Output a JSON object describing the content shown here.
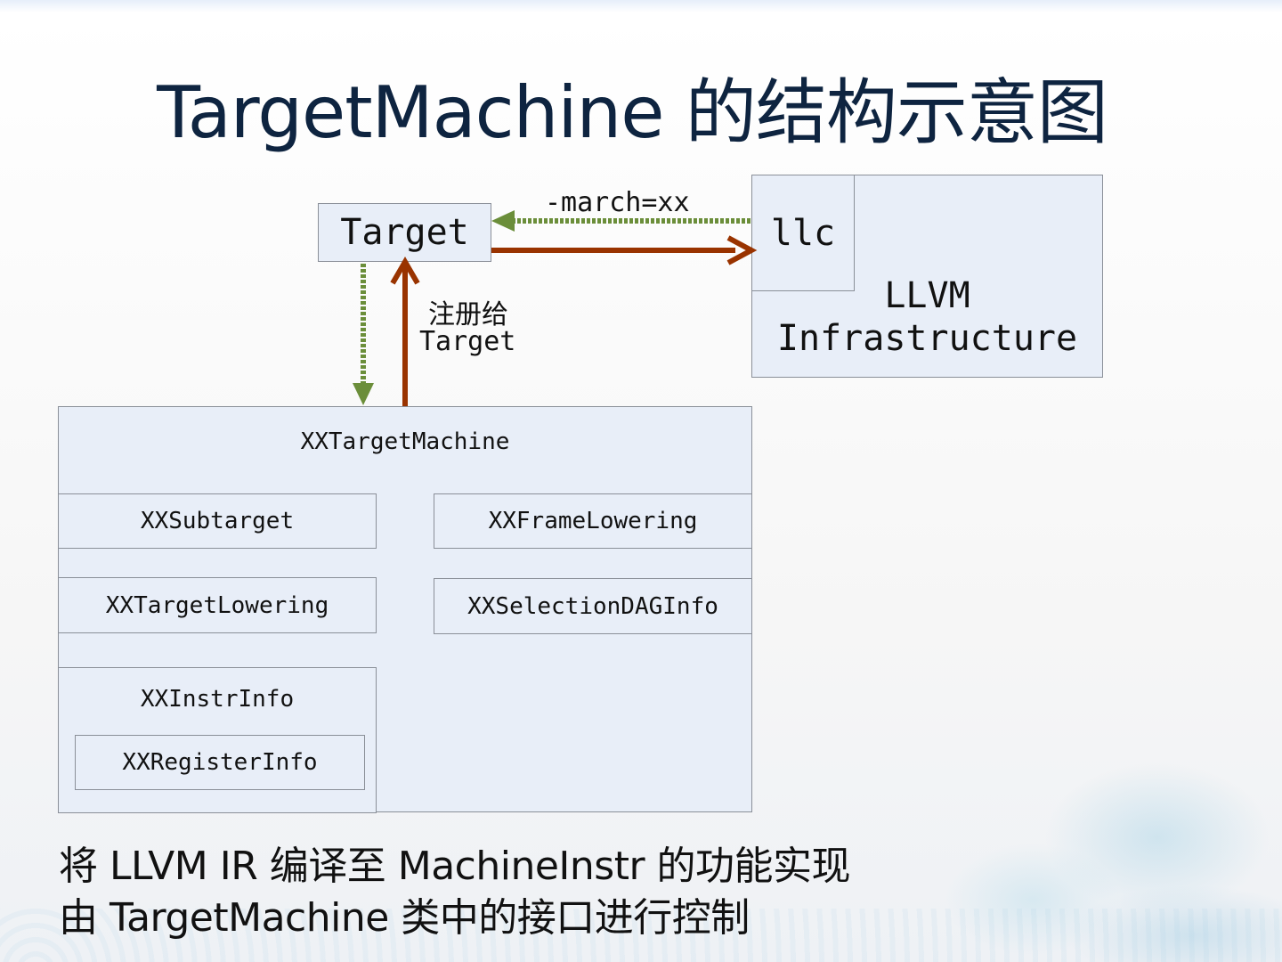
{
  "title": "TargetMachine 的结构示意图",
  "diagram": {
    "target_label": "Target",
    "llc_label": "llc",
    "llvm_infra_line1": "LLVM",
    "llvm_infra_line2": "Infrastructure",
    "march_label": "-march=xx",
    "register_label_line1": "注册给",
    "register_label_line2": "Target",
    "tm_label": "XXTargetMachine",
    "components": {
      "subtarget": "XXSubtarget",
      "frame_lowering": "XXFrameLowering",
      "target_lowering": "XXTargetLowering",
      "selection_dag_info": "XXSelectionDAGInfo",
      "instr_info": "XXInstrInfo",
      "register_info": "XXRegisterInfo"
    },
    "colors": {
      "solid_arrow": "#993300",
      "dashed_arrow": "#6b8e3a",
      "box_fill": "#e8eef8",
      "title_text": "#0e2440"
    }
  },
  "bottom_text": {
    "line1": "将 LLVM IR 编译至 MachineInstr 的功能实现",
    "line2": "由 TargetMachine 类中的接口进行控制"
  }
}
